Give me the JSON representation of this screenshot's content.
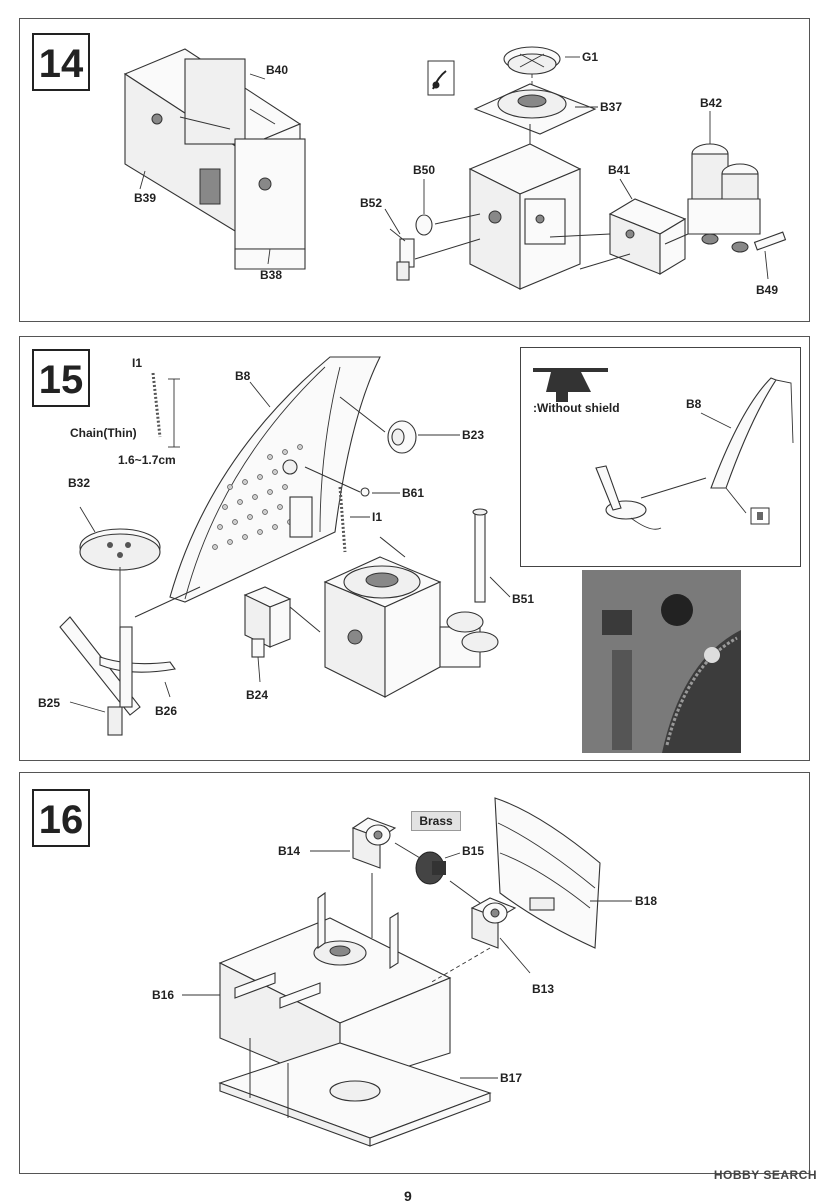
{
  "steps": [
    {
      "number": "14",
      "labels": {
        "b40": "B40",
        "b39": "B39",
        "b38": "B38",
        "g1": "G1",
        "b37": "B37",
        "b42": "B42",
        "b50": "B50",
        "b41": "B41",
        "b52": "B52",
        "b49": "B49"
      }
    },
    {
      "number": "15",
      "labels": {
        "i1_top": "I1",
        "chain": "Chain(Thin)",
        "length": "1.6~1.7cm",
        "b8": "B8",
        "b23": "B23",
        "b32": "B32",
        "b61": "B61",
        "i1": "I1",
        "b51": "B51",
        "b24": "B24",
        "b25": "B25",
        "b26": "B26"
      },
      "inset": {
        "caption": ":Without shield",
        "b8": "B8"
      }
    },
    {
      "number": "16",
      "labels": {
        "brass": "Brass",
        "b14": "B14",
        "b15": "B15",
        "b18": "B18",
        "b16": "B16",
        "b13": "B13",
        "b17": "B17"
      }
    }
  ],
  "footer": {
    "watermark": "HOBBY SEARCH",
    "page": "9"
  }
}
